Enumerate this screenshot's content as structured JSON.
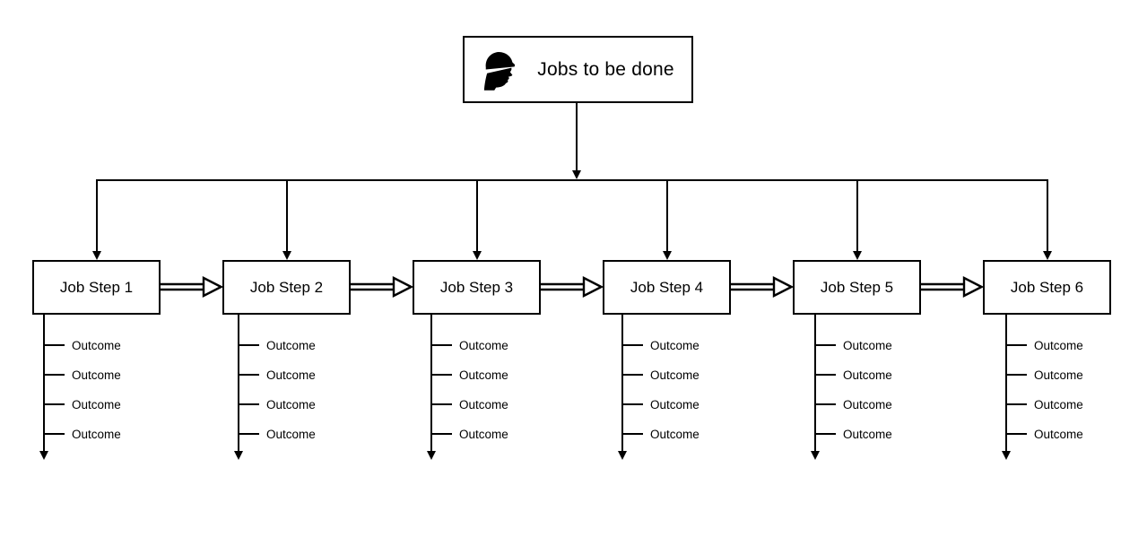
{
  "root": {
    "label": "Jobs to be done",
    "icon": "construction-worker-icon"
  },
  "steps": [
    {
      "label": "Job Step 1",
      "outcomes": [
        "Outcome",
        "Outcome",
        "Outcome",
        "Outcome"
      ]
    },
    {
      "label": "Job Step 2",
      "outcomes": [
        "Outcome",
        "Outcome",
        "Outcome",
        "Outcome"
      ]
    },
    {
      "label": "Job Step 3",
      "outcomes": [
        "Outcome",
        "Outcome",
        "Outcome",
        "Outcome"
      ]
    },
    {
      "label": "Job Step 4",
      "outcomes": [
        "Outcome",
        "Outcome",
        "Outcome",
        "Outcome"
      ]
    },
    {
      "label": "Job Step 5",
      "outcomes": [
        "Outcome",
        "Outcome",
        "Outcome",
        "Outcome"
      ]
    },
    {
      "label": "Job Step 6",
      "outcomes": [
        "Outcome",
        "Outcome",
        "Outcome",
        "Outcome"
      ]
    }
  ],
  "connectors": {
    "step_arrow_style": "hollow-double-line-arrow",
    "tree_arrow_style": "filled-arrowhead"
  },
  "colors": {
    "background": "#ffffff",
    "line": "#000000",
    "box_fill": "#ffffff",
    "box_border": "#000000",
    "text": "#000000"
  }
}
